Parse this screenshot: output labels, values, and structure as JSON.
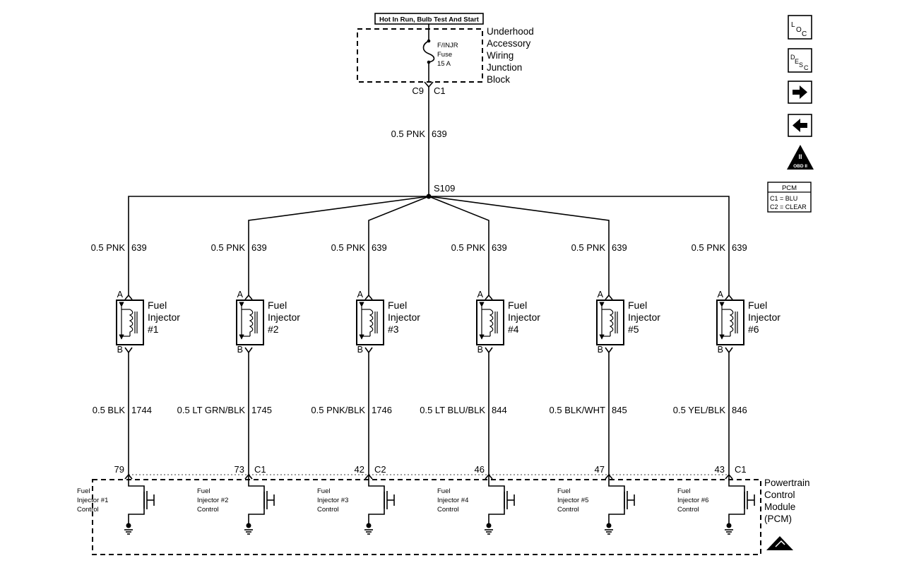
{
  "top_banner": "Hot In Run, Bulb Test And Start",
  "junction_block": {
    "fuse_name": "F/INJR",
    "fuse_word": "Fuse",
    "fuse_rating": "15 A",
    "title_lines": [
      "Underhood",
      "Accessory",
      "Wiring",
      "Junction",
      "Block"
    ],
    "connector_left": "C9",
    "connector_right": "C1"
  },
  "main_feed": {
    "size_color": "0.5 PNK",
    "circuit": "639"
  },
  "splice": "S109",
  "injectors": [
    {
      "feed_size_color": "0.5 PNK",
      "feed_circuit": "639",
      "pin_a": "A",
      "pin_b": "B",
      "name": "Fuel",
      "name2": "Injector",
      "number": "#1",
      "return_size_color": "0.5 BLK",
      "return_circuit": "1744",
      "pcm_pin": "79",
      "pcm_conn": "",
      "control_lines": [
        "Fuel",
        "Injector #1",
        "Control"
      ]
    },
    {
      "feed_size_color": "0.5 PNK",
      "feed_circuit": "639",
      "pin_a": "A",
      "pin_b": "B",
      "name": "Fuel",
      "name2": "Injector",
      "number": "#2",
      "return_size_color": "0.5 LT GRN/BLK",
      "return_circuit": "1745",
      "pcm_pin": "73",
      "pcm_conn": "C1",
      "control_lines": [
        "Fuel",
        "Injector #2",
        "Control"
      ]
    },
    {
      "feed_size_color": "0.5 PNK",
      "feed_circuit": "639",
      "pin_a": "A",
      "pin_b": "B",
      "name": "Fuel",
      "name2": "Injector",
      "number": "#3",
      "return_size_color": "0.5 PNK/BLK",
      "return_circuit": "1746",
      "pcm_pin": "42",
      "pcm_conn": "C2",
      "control_lines": [
        "Fuel",
        "Injector #3",
        "Control"
      ]
    },
    {
      "feed_size_color": "0.5 PNK",
      "feed_circuit": "639",
      "pin_a": "A",
      "pin_b": "B",
      "name": "Fuel",
      "name2": "Injector",
      "number": "#4",
      "return_size_color": "0.5 LT BLU/BLK",
      "return_circuit": "844",
      "pcm_pin": "46",
      "pcm_conn": "",
      "control_lines": [
        "Fuel",
        "Injector #4",
        "Control"
      ]
    },
    {
      "feed_size_color": "0.5 PNK",
      "feed_circuit": "639",
      "pin_a": "A",
      "pin_b": "B",
      "name": "Fuel",
      "name2": "Injector",
      "number": "#5",
      "return_size_color": "0.5 BLK/WHT",
      "return_circuit": "845",
      "pcm_pin": "47",
      "pcm_conn": "",
      "control_lines": [
        "Fuel",
        "Injector #5",
        "Control"
      ]
    },
    {
      "feed_size_color": "0.5 PNK",
      "feed_circuit": "639",
      "pin_a": "A",
      "pin_b": "B",
      "name": "Fuel",
      "name2": "Injector",
      "number": "#6",
      "return_size_color": "0.5 YEL/BLK",
      "return_circuit": "846",
      "pcm_pin": "43",
      "pcm_conn": "C1",
      "control_lines": [
        "Fuel",
        "Injector #6",
        "Control"
      ]
    }
  ],
  "pcm": {
    "title_lines": [
      "Powertrain",
      "Control",
      "Module",
      "(PCM)"
    ]
  },
  "nav": {
    "loc_main": "L",
    "loc_sub": "O",
    "loc_sub2": "C",
    "desc_main": "D",
    "desc_sub": "E",
    "desc_sub2": "S",
    "desc_sub3": "C",
    "next_icon": "arrow-right-icon",
    "prev_icon": "arrow-left-icon",
    "obd_label": "OBD II"
  },
  "pcm_legend": {
    "title": "PCM",
    "rows": [
      "C1 = BLU",
      "C2 = CLEAR"
    ]
  }
}
